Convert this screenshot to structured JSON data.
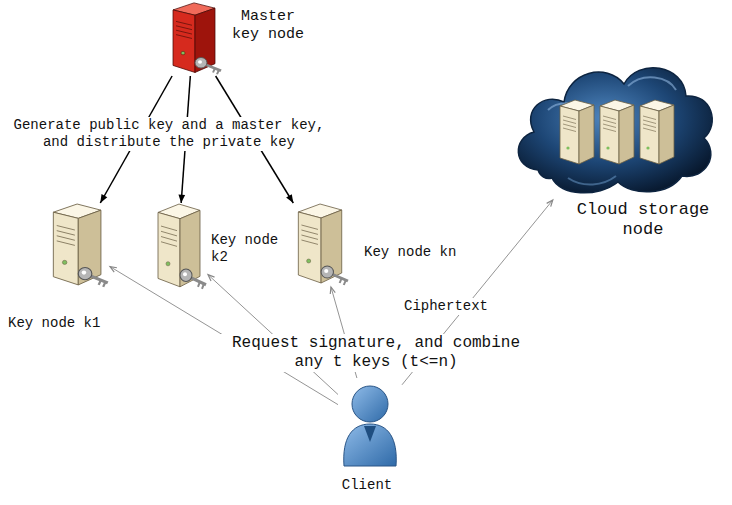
{
  "diagram": {
    "nodes": [
      {
        "text": [
          "Master key node"
        ]
      },
      {
        "text": [
          "Key node k1"
        ]
      },
      {
        "text": [
          "Key node k2"
        ]
      },
      {
        "text": [
          "Key node kn"
        ]
      },
      {
        "text": [
          "Cloud storage node"
        ]
      },
      {
        "text": [
          "Client"
        ]
      }
    ],
    "edges": [
      {
        "from": 0,
        "to": 1,
        "arrow": "to"
      },
      {
        "from": 0,
        "to": 2,
        "arrow": "to"
      },
      {
        "from": 0,
        "to": 3,
        "arrow": "to"
      },
      {
        "from": 5,
        "to": 1,
        "arrow": "to"
      },
      {
        "from": 5,
        "to": 2,
        "arrow": "to"
      },
      {
        "from": 5,
        "to": 3,
        "arrow": "to"
      },
      {
        "from": 5,
        "to": 4,
        "label": "Ciphertext",
        "arrow": "to"
      }
    ],
    "labels": [
      "Generate public key and a master key, and distribute the private key",
      "Request signature, and combine any t keys (t<=n)"
    ]
  }
}
